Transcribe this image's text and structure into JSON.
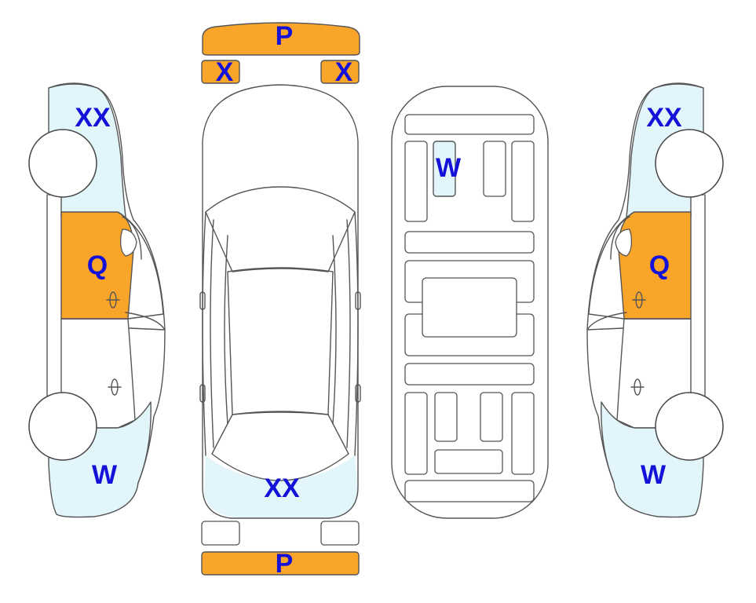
{
  "colors": {
    "damage_orange": "#F9A52A",
    "damage_blue": "#E1F5FA",
    "label": "#1411D9",
    "outline": "#555555"
  },
  "marks": {
    "front_bumper": "P",
    "front_left_lamp": "X",
    "front_right_lamp": "X",
    "rear_bumper": "P",
    "hood_top": "XX",
    "left_front_fender": "XX",
    "left_front_door": "Q",
    "left_rear_quarter": "W",
    "right_front_fender": "XX",
    "right_front_door": "Q",
    "right_rear_quarter": "W",
    "underbody_panel": "W"
  }
}
